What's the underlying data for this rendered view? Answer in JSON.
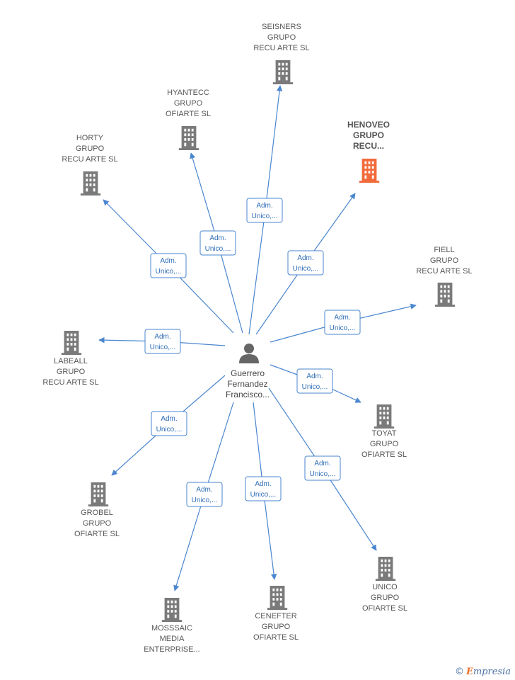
{
  "center": {
    "name_lines": [
      "Guerrero",
      "Fernandez",
      "Francisco..."
    ],
    "icon": "person-icon"
  },
  "nodes": [
    {
      "id": "seisners",
      "lines": [
        "SEISNERS",
        "GRUPO",
        "RECU ARTE  SL"
      ],
      "highlight": false,
      "role": [
        "Adm.",
        "Unico,..."
      ],
      "icon": "building-icon"
    },
    {
      "id": "hyantecc",
      "lines": [
        "HYANTECC",
        "GRUPO",
        "OFIARTE  SL"
      ],
      "highlight": false,
      "role": [
        "Adm.",
        "Unico,..."
      ],
      "icon": "building-icon"
    },
    {
      "id": "henoveo",
      "lines": [
        "HENOVEO",
        "GRUPO",
        "RECU..."
      ],
      "highlight": true,
      "role": [
        "Adm.",
        "Unico,..."
      ],
      "icon": "building-icon"
    },
    {
      "id": "horty",
      "lines": [
        "HORTY",
        "GRUPO",
        "RECU ARTE  SL"
      ],
      "highlight": false,
      "role": [
        "Adm.",
        "Unico,..."
      ],
      "icon": "building-icon"
    },
    {
      "id": "fiell",
      "lines": [
        "FIELL",
        "GRUPO",
        "RECU ARTE  SL"
      ],
      "highlight": false,
      "role": [
        "Adm.",
        "Unico,..."
      ],
      "icon": "building-icon"
    },
    {
      "id": "labeall",
      "lines": [
        "LABEALL",
        "GRUPO",
        "RECU ARTE  SL"
      ],
      "highlight": false,
      "role": [
        "Adm.",
        "Unico,..."
      ],
      "icon": "building-icon"
    },
    {
      "id": "toyat",
      "lines": [
        "TOYAT",
        "GRUPO",
        "OFIARTE  SL"
      ],
      "highlight": false,
      "role": [
        "Adm.",
        "Unico,..."
      ],
      "icon": "building-icon"
    },
    {
      "id": "grobel",
      "lines": [
        "GROBEL",
        "GRUPO",
        "OFIARTE  SL"
      ],
      "highlight": false,
      "role": [
        "Adm.",
        "Unico,..."
      ],
      "icon": "building-icon"
    },
    {
      "id": "mosssaic",
      "lines": [
        "MOSSSAIC",
        "MEDIA",
        "ENTERPRISE..."
      ],
      "highlight": false,
      "role": [
        "Adm.",
        "Unico,..."
      ],
      "icon": "building-icon"
    },
    {
      "id": "cenefter",
      "lines": [
        "CENEFTER",
        "GRUPO",
        "OFIARTE  SL"
      ],
      "highlight": false,
      "role": [
        "Adm.",
        "Unico,..."
      ],
      "icon": "building-icon"
    },
    {
      "id": "unico",
      "lines": [
        "UNICO",
        "GRUPO",
        "OFIARTE  SL"
      ],
      "highlight": false,
      "role": [
        "Adm.",
        "Unico,..."
      ],
      "icon": "building-icon"
    }
  ],
  "colors": {
    "edge": "#4a86cf",
    "building": "#7a7a7a",
    "building_highlight": "#f26a3a",
    "person": "#666666"
  },
  "footer": {
    "copyright": "©",
    "brand_initial": "E",
    "brand_rest": "mpresia"
  }
}
